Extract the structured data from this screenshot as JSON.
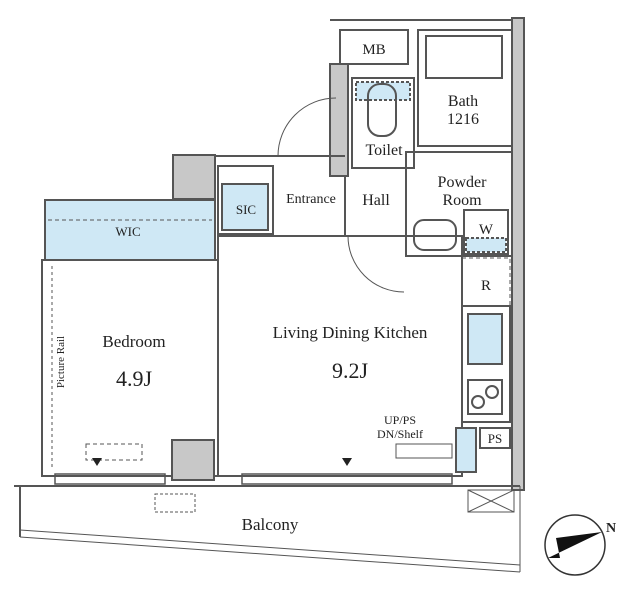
{
  "rooms": {
    "mb": "MB",
    "bath": "Bath",
    "bath_size": "1216",
    "toilet": "Toilet",
    "hall": "Hall",
    "powder_room_1": "Powder",
    "powder_room_2": "Room",
    "washer": "W",
    "entrance": "Entrance",
    "sic": "SIC",
    "wic": "WIC",
    "refrigerator": "R",
    "bedroom": "Bedroom",
    "bedroom_size": "4.9J",
    "picture_rail": "Picture Rail",
    "ldk": "Living Dining Kitchen",
    "ldk_size": "9.2J",
    "up_ps": "UP/PS",
    "dn_shelf": "DN/Shelf",
    "ps": "PS",
    "balcony": "Balcony"
  },
  "compass": {
    "label": "N"
  },
  "colors": {
    "wall": "#c8c8c8",
    "line": "#555555",
    "fixture": "#cfe8f5"
  }
}
